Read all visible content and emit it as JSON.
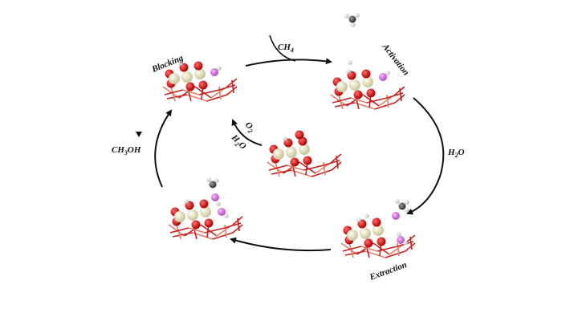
{
  "labels": {
    "blocking": "Blocking",
    "activation": "Activation",
    "extraction": "Extraction",
    "ch4": {
      "main": "CH",
      "sub": "4"
    },
    "h2o_right": {
      "main": "H",
      "sub": "2",
      "end": "O"
    },
    "o2": {
      "main": "O",
      "sub": "2"
    },
    "h2o_center": {
      "main": "H",
      "sub": "2",
      "end": "O"
    },
    "ch3oh": {
      "main": "CH",
      "sub": "3",
      "end": "OH"
    }
  },
  "colors": {
    "metal": "#ece8c2",
    "oxygen": "#e00000",
    "hydrogen": "#f4f4f4",
    "carbon": "#505050",
    "pink_atom": "#d878e0",
    "lattice_dark": "#c82020",
    "lattice_light": "#e0806a",
    "arrow": "#111111"
  }
}
